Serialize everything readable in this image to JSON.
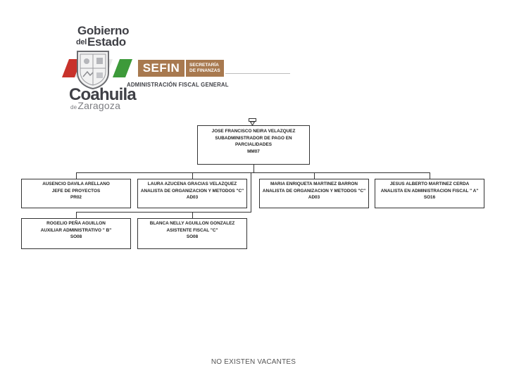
{
  "header": {
    "gov_line1": "Gobierno",
    "gov_line2_del": "del",
    "gov_line2_estado": "Estado",
    "state_name": "Coahuila",
    "state_de": "de",
    "state_zaragoza": "Zaragoza",
    "sefin": "SEFIN",
    "secretaria_line1": "SECRETARÍA",
    "secretaria_line2": "DE FINANZAS",
    "admin_fiscal": "ADMINISTRACIÓN FISCAL GENERAL",
    "colors": {
      "brand_brown": "#a8794f",
      "flag_red": "#c8322b",
      "flag_green": "#3d9a3a",
      "text_dark": "#3f4046"
    }
  },
  "org": {
    "root": {
      "name": "JOSE FRANCISCO NEIRA VELAZQUEZ",
      "title_line1": "SUBADMINISTRADOR DE PAGO EN",
      "title_line2": "PARCIALIDADES",
      "code": "MM07"
    },
    "row1": [
      {
        "name": "AUSENCIO DAVILA ARELLANO",
        "title": "JEFE DE PROYECTOS",
        "code": "PR02"
      },
      {
        "name": "LAURA AZUCENA GRACIAS VELAZQUEZ",
        "title": "ANALISTA DE ORGANIZACION Y METODOS \"C\"",
        "code": "AD03"
      },
      {
        "name": "MARIA ENRIQUETA MARTINEZ BARRON",
        "title": "ANALISTA DE ORGANIZACION Y METODOS \"C\"",
        "code": "AD03"
      },
      {
        "name": "JESUS ALBERTO MARTINEZ CERDA",
        "title": "ANALISTA EN ADMINISTRACION FISCAL \" A\"",
        "code": "SO16"
      }
    ],
    "row2": [
      {
        "name": "ROGELIO PEÑA AGUILLON",
        "title": "AUXILIAR ADMINISTRATIVO \" B\"",
        "code": "SO08"
      },
      {
        "name": "BLANCA NELLY AGUILLON GONZALEZ",
        "title": "ASISTENTE FISCAL \"C\"",
        "code": "SO08"
      }
    ]
  },
  "footer": {
    "note": "NO EXISTEN VACANTES"
  }
}
